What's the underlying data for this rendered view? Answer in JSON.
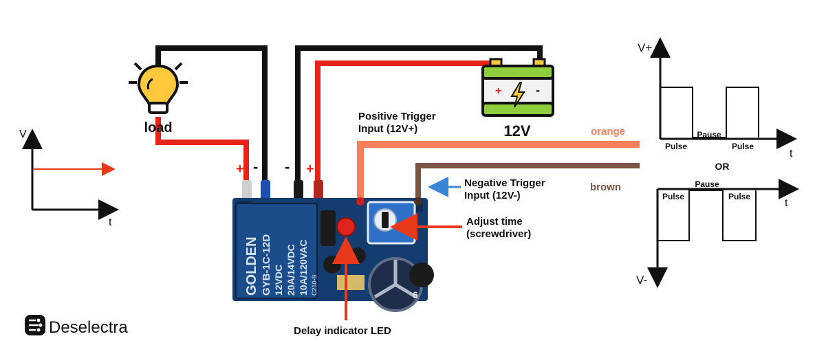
{
  "colors": {
    "wire_black": "#111111",
    "wire_red": "#e8231a",
    "wire_orange": "#f47f5a",
    "wire_brown": "#7b5444",
    "board_blue": "#143c6e",
    "arrow_red": "#e8391a",
    "arrow_blue": "#3a86d4",
    "battery_green": "#8fce3c"
  },
  "load": {
    "label": "load"
  },
  "battery": {
    "label": "12V",
    "plus": "+",
    "minus": "-"
  },
  "terminals": {
    "plus_1": "+",
    "minus_1": "-",
    "minus_2": "-",
    "plus_2": "+"
  },
  "wires": {
    "orange_label": "orange",
    "brown_label": "brown"
  },
  "callouts": {
    "positive_trigger_line1": "Positive Trigger",
    "positive_trigger_line2": "Input (12V+)",
    "negative_trigger_line1": "Negative Trigger",
    "negative_trigger_line2": "Input (12V-)",
    "adjust_line1": "Adjust time",
    "adjust_line2": "(screwdriver)",
    "led": "Delay indicator LED"
  },
  "relay": {
    "brand": "GOLDEN",
    "model": "GYB-1C-12D",
    "voltage": "12VDC",
    "rating1": "20A/14VDC",
    "rating2": "10A/120VAC",
    "code": "C210-B"
  },
  "capacitor": {
    "mark": "6"
  },
  "left_graph": {
    "y_label": "V",
    "x_label": "t"
  },
  "right_graph_top": {
    "y_label": "V+",
    "x_label": "t",
    "pulse1": "Pulse",
    "pause": "Pause",
    "pulse2": "Pulse"
  },
  "or_label": "OR",
  "right_graph_bottom": {
    "y_label": "V-",
    "x_label": "t",
    "pause": "Pause",
    "pulse1": "Pulse",
    "pulse2": "Pulse"
  },
  "logo": {
    "text": "Deselectra"
  }
}
